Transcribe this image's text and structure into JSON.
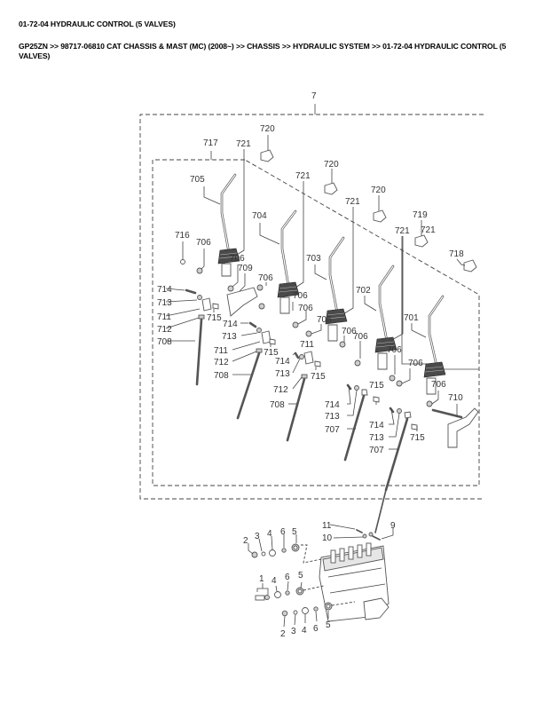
{
  "page": {
    "title": "01-72-04 HYDRAULIC CONTROL (5 VALVES)",
    "breadcrumb": {
      "items": [
        "GP25ZN",
        "98717-06810 CAT CHASSIS & MAST (MC) (2008~)",
        "CHASSIS",
        "HYDRAULIC SYSTEM",
        "01-72-04 HYDRAULIC CONTROL (5 VALVES)"
      ],
      "separator": ">>",
      "text": "GP25ZN >> 98717-06810 CAT CHASSIS & MAST (MC) (2008~) >> CHASSIS >> HYDRAULIC SYSTEM >> 01-72-04 HYDRAULIC CONTROL (5 VALVES)"
    }
  },
  "diagram": {
    "assembly_callout": "7",
    "subassembly_callout": "717",
    "callouts": {
      "c720a": "720",
      "c720b": "720",
      "c720c": "720",
      "c719": "719",
      "c718": "718",
      "c721a": "721",
      "c721b": "721",
      "c721c": "721",
      "c721d": "721",
      "c721e": "721",
      "c705": "705",
      "c704": "704",
      "c703": "703",
      "c702": "702",
      "c701": "701",
      "c716": "716",
      "c706a": "706",
      "c706b": "706",
      "c706c": "706",
      "c706d": "706",
      "c706e": "706",
      "c706f": "706",
      "c706g": "706",
      "c706h": "706",
      "c706i": "706",
      "c706j": "706",
      "c706k": "706",
      "c709": "709",
      "c710": "710",
      "c714a": "714",
      "c713a": "713",
      "c711a": "711",
      "c712a": "712",
      "c708a": "708",
      "c715a": "715",
      "c714b": "714",
      "c713b": "713",
      "c711b": "711",
      "c712b": "712",
      "c708b": "708",
      "c715b": "715",
      "c714c": "714",
      "c713c": "713",
      "c711c": "711",
      "c712c": "712",
      "c708c": "708",
      "c715c": "715",
      "c714d": "714",
      "c713d": "713",
      "c707a": "707",
      "c715d": "715",
      "c714e": "714",
      "c713e": "713",
      "c707b": "707",
      "c715e": "715",
      "c11": "11",
      "c10": "10",
      "c9": "9",
      "c2a": "2",
      "c3a": "3",
      "c4a": "4",
      "c6a": "6",
      "c5a": "5",
      "c1": "1",
      "c4b": "4",
      "c6b": "6",
      "c5b": "5",
      "c2c": "2",
      "c3c": "3",
      "c4c": "4",
      "c6c": "6",
      "c5c": "5"
    }
  }
}
